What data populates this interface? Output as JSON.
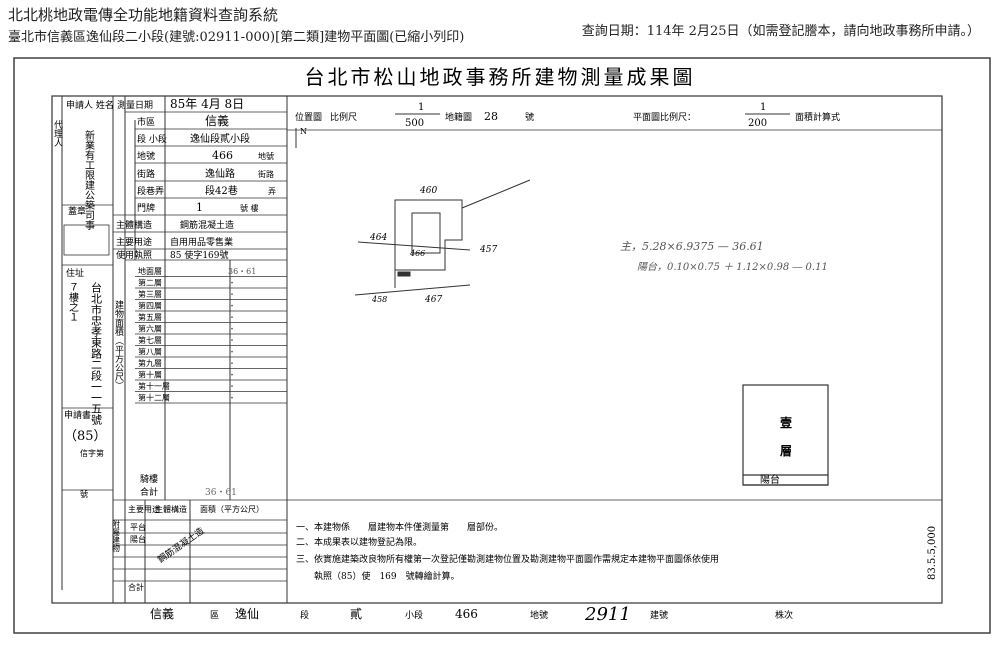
{
  "header": {
    "system_title": "北北桃地政電傳全功能地籍資料查詢系統",
    "parcel_line": "臺北市信義區逸仙段二小段(建號:02911-000)[第二類]建物平面圖(已縮小列印)",
    "query_date": "查詢日期：114年 2月25日（如需登記謄本，請向地政事務所申請。）"
  },
  "doc": {
    "title": "台北市松山地政事務所建物測量成果圖",
    "left": {
      "applicant_label": "申請人 姓名",
      "agent_label": "代理人",
      "applicant_name": "新業有工限建公築司事",
      "seal_label": "蓋章",
      "address_label": "住址",
      "address_vertical": "台北市忠孝東路二段一一五號",
      "address_extra": "７樓之１",
      "app_no_label": "申請書",
      "app_no": "（85）",
      "app_no_2": "信字第",
      "app_no_3": "號",
      "apply_date_label": "測量日期",
      "apply_date": "85年 4月 8日",
      "district_label": "市區",
      "district": "信義",
      "section_label": "段 小段",
      "section": "逸仙段貳小段",
      "lot_label": "地號",
      "lot": "466",
      "lot_unit": "地號",
      "street_label": "街路",
      "street": "逸仙路",
      "street_unit": "街路",
      "lane_label": "段巷弄",
      "lane": "段42巷",
      "lane_unit": "弄",
      "door_label": "門牌",
      "door": "1",
      "door_unit": "號 樓",
      "structure_label": "主體構造",
      "structure": "鋼筋混凝土造",
      "use_label": "主要用途",
      "use": "自用用品零售業",
      "license_label": "使用執照",
      "license": "85 使字169號",
      "floor_area_label": "建物面積（平方公尺）",
      "floors": [
        "地面層",
        "第二層",
        "第三層",
        "第四層",
        "第五層",
        "第六層",
        "第七層",
        "第八層",
        "第九層",
        "第十層",
        "第十一層",
        "第十二層"
      ],
      "floor_values": [
        "36・61",
        "・",
        "・",
        "・",
        "・",
        "・",
        "・",
        "・",
        "・",
        "・",
        "・",
        "・"
      ],
      "balcony_label": "騎樓",
      "total_label": "合計",
      "total_value": "36・61",
      "annex_label": "附屬建物",
      "annex_use_label": "主要用途",
      "annex_struct_label": "主體構造",
      "annex_area_label": "面積（平方公尺）",
      "annex_rows": [
        "平台",
        "陽台"
      ],
      "annex_struct": "鋼筋混凝土造",
      "annex_total_label": "合計"
    },
    "right": {
      "location_label": "位置圖",
      "scale_label": "比例尺",
      "loc_scale_num": "1",
      "loc_scale_den": "500",
      "map_label": "地籍圖",
      "map_no": "28",
      "map_unit": "號",
      "north": "N",
      "plan_label": "平面圖比例尺：",
      "plan_scale_num": "1",
      "plan_scale_den": "200",
      "area_calc_label": "面積計算式",
      "dim_top": "460",
      "dim_left": "464",
      "dim_right": "457",
      "dim_inside": "466",
      "dim_bottom1": "458",
      "dim_bottom2": "467",
      "calc1": "主，5.28×6.9375 — 36.61",
      "calc2": "陽台，0.10×0.75 ＋ 1.12×0.98 ― 0.11",
      "room_1": "壹",
      "room_2": "層",
      "balcony_word": "陽台",
      "notes": [
        "一、本建物係　　層建物本件僅測量第　　層部份。",
        "二、本成果表以建物登記為限。",
        "三、依實施建築改良物所有權第一次登記僅勘測建物位置及勘測建物平面圖作需規定本建物平面圖係依使用",
        "　　執照（85）使　169　號轉繪計算。"
      ],
      "side_date": "83.5.5,000"
    },
    "footer": {
      "district": "信義",
      "district_unit": "區",
      "section": "逸仙",
      "section_unit": "段",
      "subsection": "貳",
      "subsection_unit": "小段",
      "lot": "466",
      "lot_unit": "地號",
      "building_no": "2911",
      "building_unit": "建號",
      "tail": "株次"
    }
  }
}
